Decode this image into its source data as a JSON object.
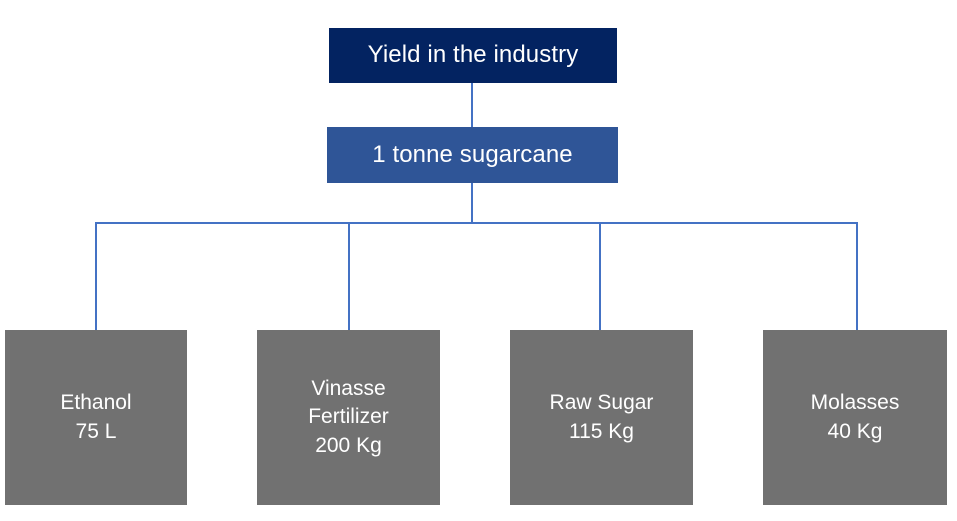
{
  "diagram": {
    "title": "Yield in the industry",
    "colors": {
      "root_box": "#032361",
      "input_box": "#2F5597",
      "output_box": "#717171",
      "connector": "#4472C4",
      "text": "#FFFFFF",
      "background": "#FFFFFF"
    },
    "root": {
      "label": "Yield in the industry"
    },
    "input": {
      "label": "1 tonne sugarcane",
      "quantity": "1",
      "unit": "tonne",
      "material": "sugarcane"
    },
    "outputs": [
      {
        "label": "Ethanol\n75 L",
        "name": "Ethanol",
        "amount": "75",
        "unit": "L"
      },
      {
        "label": "Vinasse\nFertilizer\n200 Kg",
        "name": "Vinasse Fertilizer",
        "amount": "200",
        "unit": "Kg"
      },
      {
        "label": "Raw Sugar\n115 Kg",
        "name": "Raw Sugar",
        "amount": "115",
        "unit": "Kg"
      },
      {
        "label": "Molasses\n40 Kg",
        "name": "Molasses",
        "amount": "40",
        "unit": "Kg"
      }
    ]
  }
}
